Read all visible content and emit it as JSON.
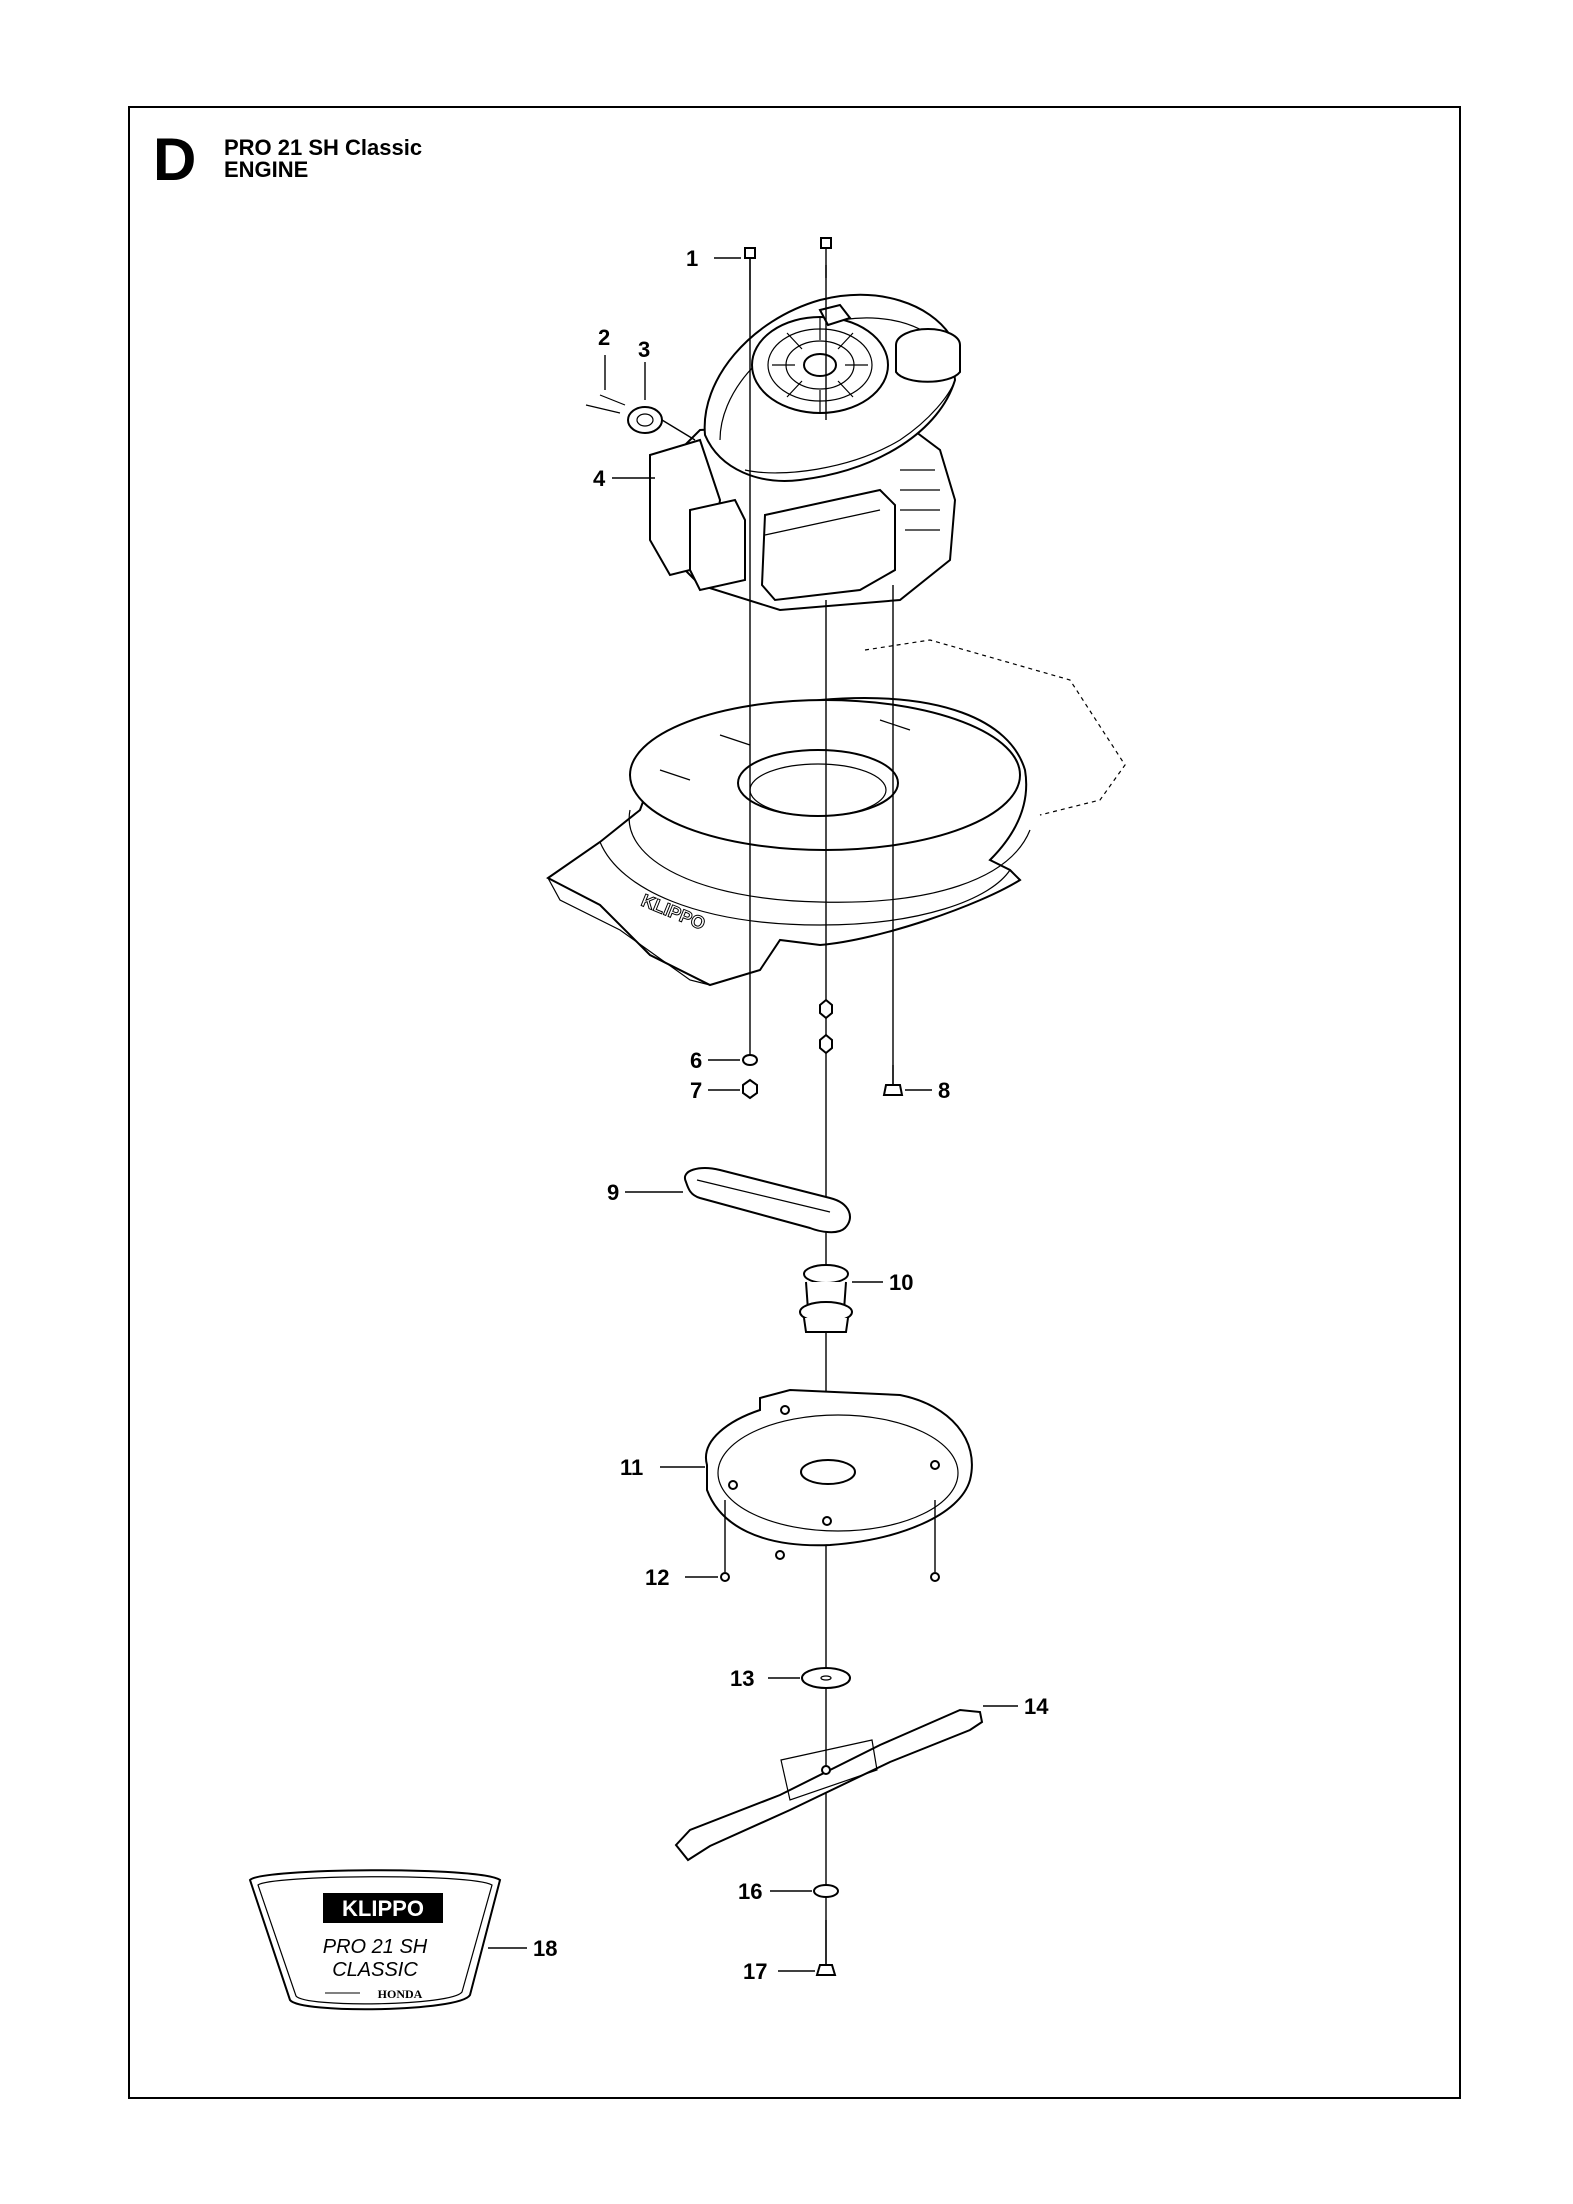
{
  "section": "D",
  "title": "PRO 21 SH Classic",
  "subtitle": "ENGINE",
  "part_labels": {
    "p1": "1",
    "p2": "2",
    "p3": "3",
    "p4": "4",
    "p6": "6",
    "p7": "7",
    "p8": "8",
    "p9": "9",
    "p10": "10",
    "p11": "11",
    "p12": "12",
    "p13": "13",
    "p14": "14",
    "p16": "16",
    "p17": "17",
    "p18": "18"
  },
  "decal": {
    "brand": "KLIPPO",
    "model_line1": "PRO 21 SH",
    "model_line2": "CLASSIC",
    "powered_by": "HONDA"
  },
  "deck_emboss": "KLIPPO"
}
